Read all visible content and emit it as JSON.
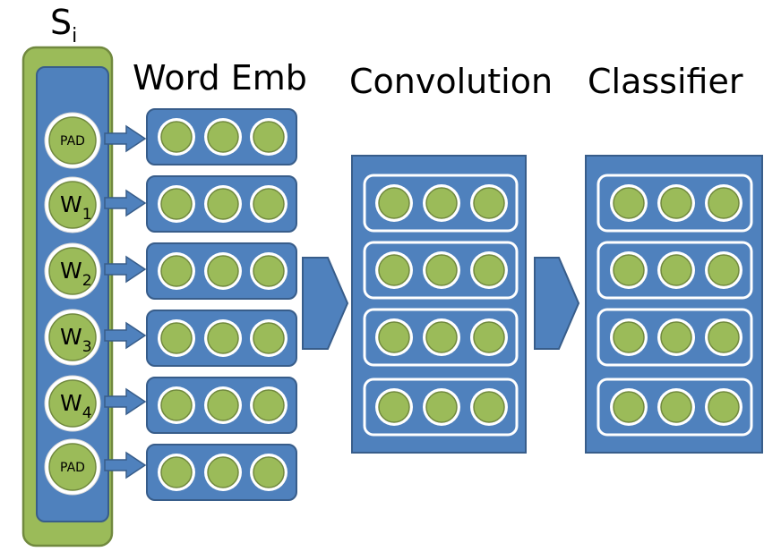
{
  "sentence": {
    "label": "S",
    "subscript": "i",
    "tokens": [
      {
        "type": "pad",
        "text": "PAD"
      },
      {
        "type": "word",
        "text": "W",
        "sub": "1"
      },
      {
        "type": "word",
        "text": "W",
        "sub": "2"
      },
      {
        "type": "word",
        "text": "W",
        "sub": "3"
      },
      {
        "type": "word",
        "text": "W",
        "sub": "4"
      },
      {
        "type": "pad",
        "text": "PAD"
      }
    ]
  },
  "word_emb": {
    "title": "Word Emb",
    "rows": 6,
    "units_per_row": 3
  },
  "convolution": {
    "title": "Convolution",
    "rows": 4,
    "units_per_row": 3
  },
  "classifier": {
    "title": "Classifier",
    "rows": 4,
    "units_per_row": 3
  },
  "colors": {
    "blue_fill": "#4f81bd",
    "blue_stroke": "#385d8a",
    "green_fill": "#9bbb59",
    "green_stroke": "#71893f",
    "white": "#ffffff"
  }
}
